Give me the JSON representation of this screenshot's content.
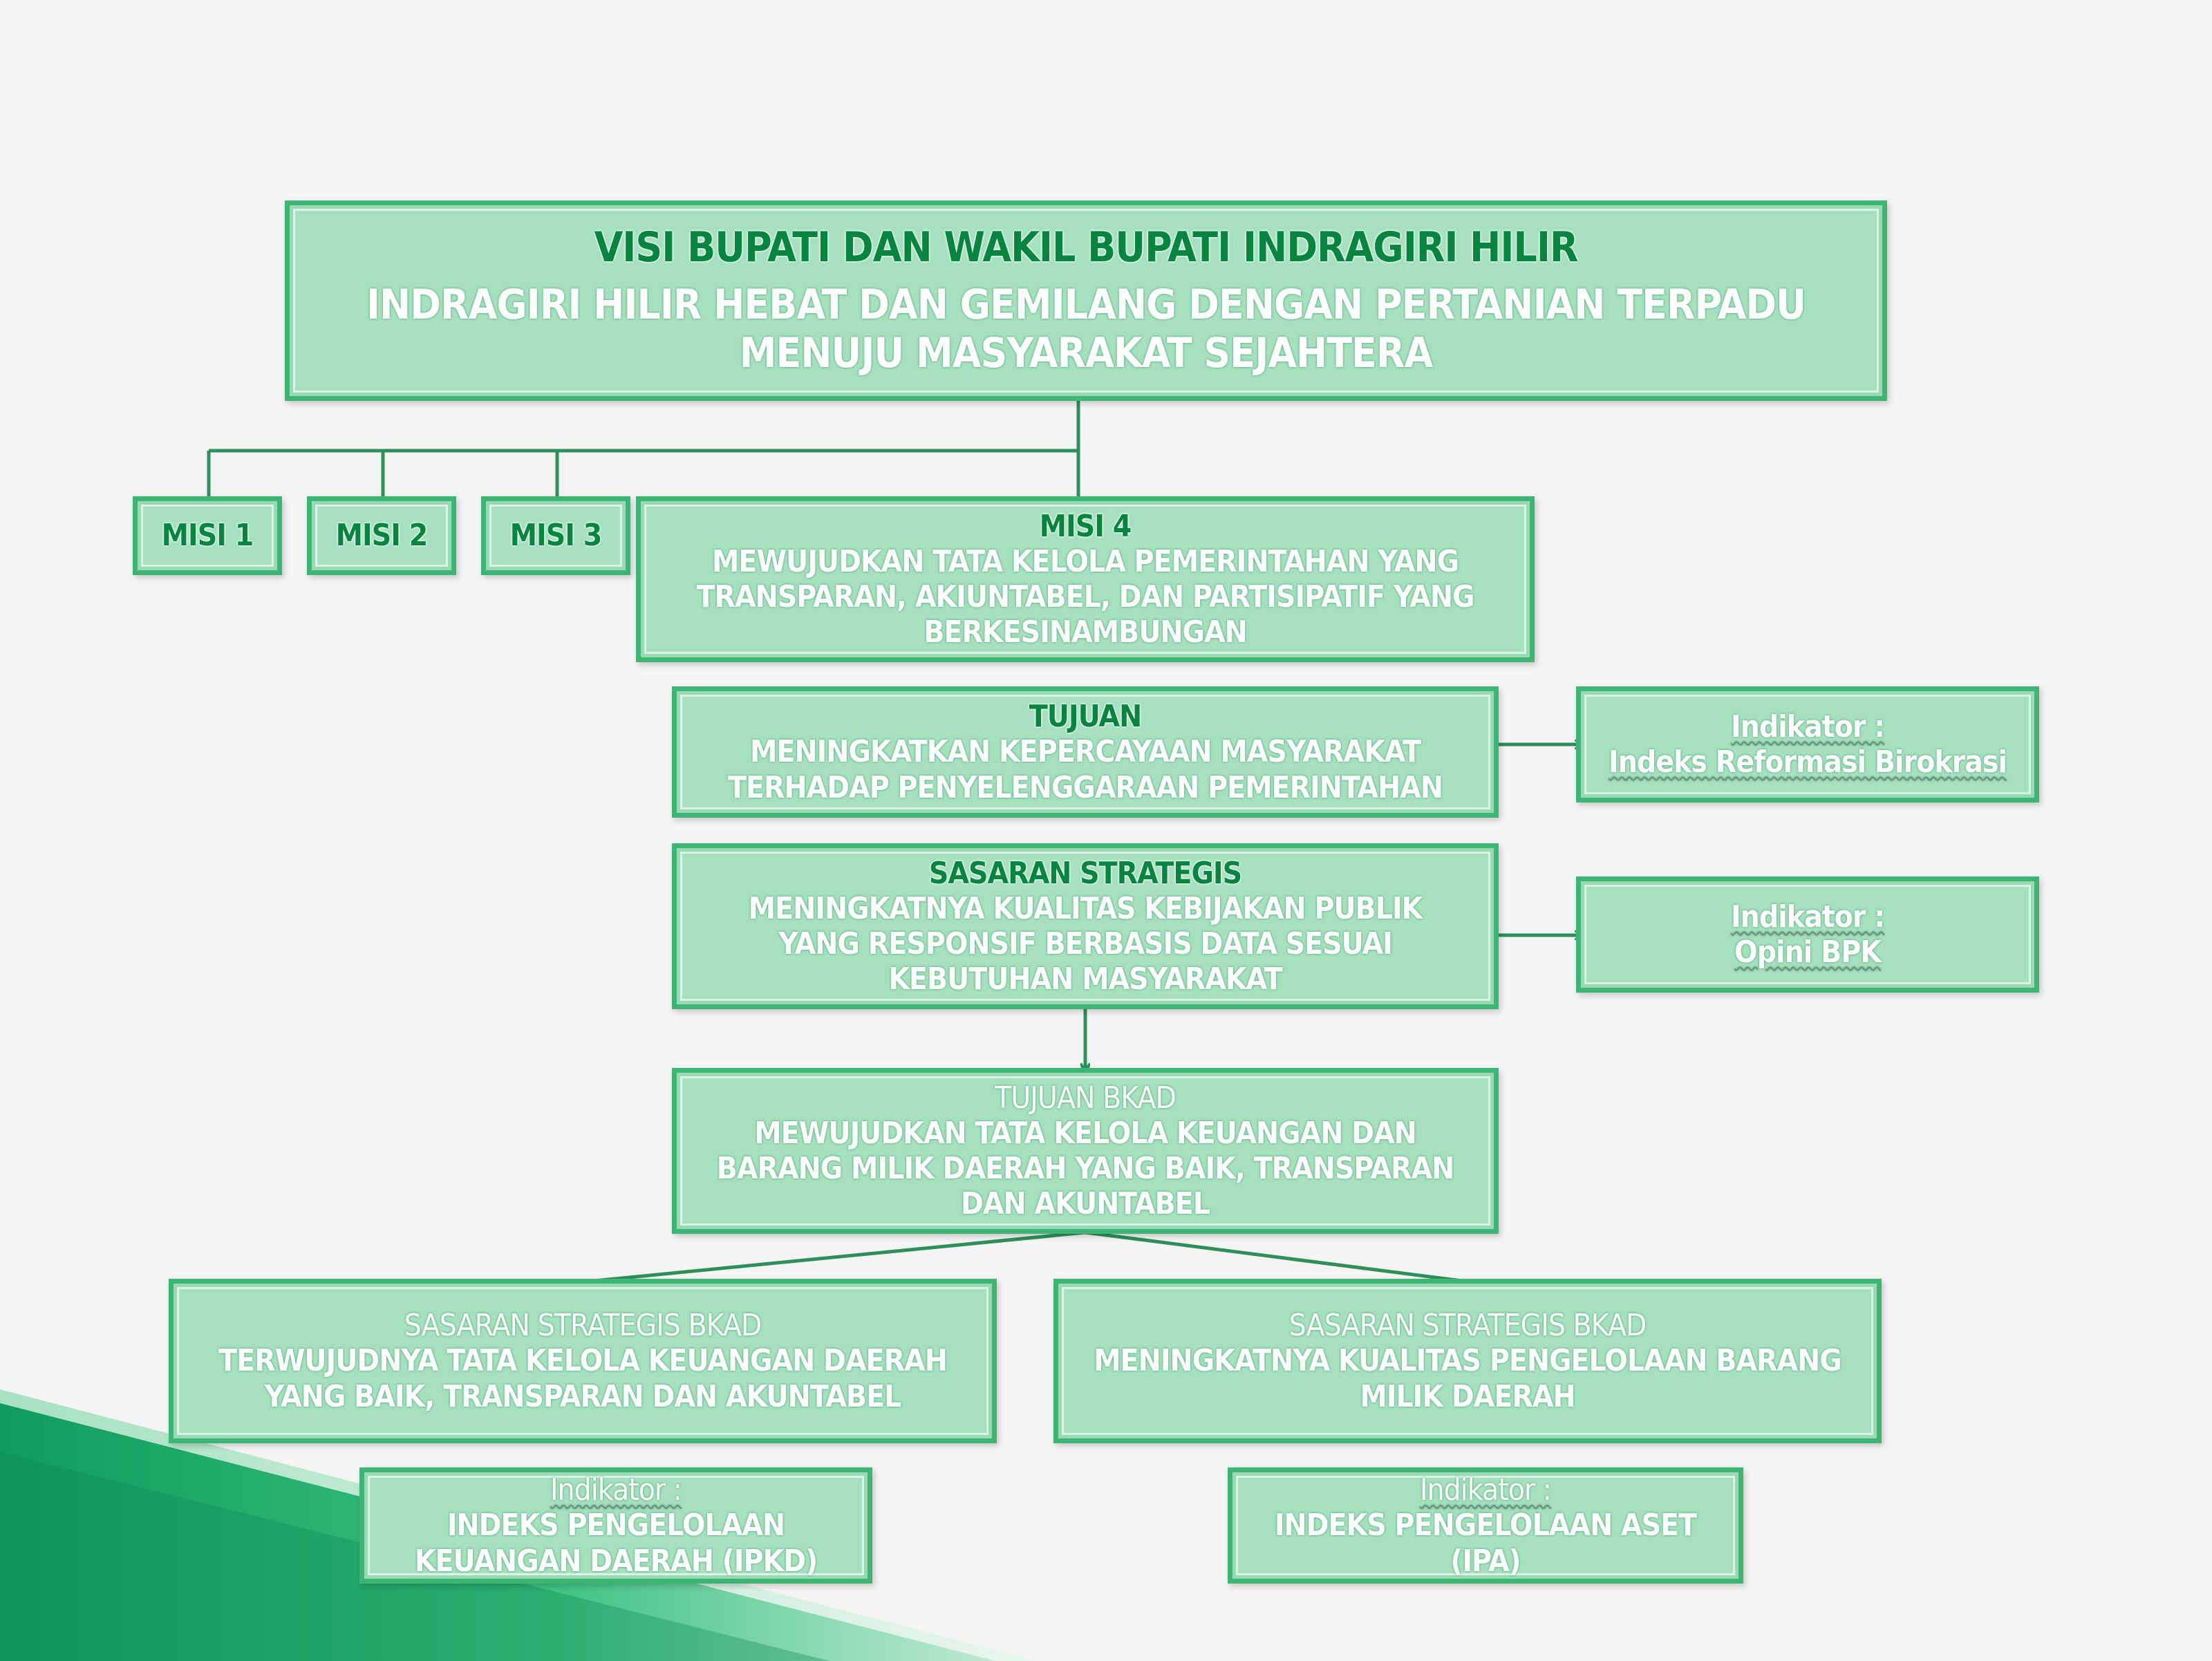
{
  "visi": {
    "title": "VISI BUPATI DAN WAKIL BUPATI INDRAGIRI HILIR",
    "text_line1": "INDRAGIRI HILIR HEBAT DAN GEMILANG DENGAN PERTANIAN TERPADU",
    "text_line2": "MENUJU MASYARAKAT SEJAHTERA"
  },
  "misi": {
    "items": [
      "MISI 1",
      "MISI 2",
      "MISI 3"
    ],
    "misi4": {
      "title": "MISI 4",
      "line1": "MEWUJUDKAN TATA KELOLA PEMERINTAHAN YANG",
      "line2": "TRANSPARAN, AKIUNTABEL, DAN PARTISIPATIF YANG",
      "line3": "BERKESINAMBUNGAN"
    }
  },
  "tujuan": {
    "title": "TUJUAN",
    "line1": "MENINGKATKAN KEPERCAYAAN MASYARAKAT",
    "line2": "TERHADAP PENYELENGGARAAN PEMERINTAHAN",
    "indikator_label": "Indikator :",
    "indikator_value": "Indeks Reformasi Birokrasi"
  },
  "sasaran": {
    "title": "SASARAN STRATEGIS",
    "line1": "MENINGKATNYA KUALITAS KEBIJAKAN PUBLIK",
    "line2": "YANG RESPONSIF BERBASIS DATA SESUAI",
    "line3": "KEBUTUHAN MASYARAKAT",
    "indikator_label": "Indikator :",
    "indikator_value": "Opini BPK"
  },
  "tujuan_bkad": {
    "title": "TUJUAN BKAD",
    "line1": "MEWUJUDKAN TATA KELOLA KEUANGAN DAN",
    "line2": "BARANG MILIK DAERAH YANG BAIK, TRANSPARAN",
    "line3": "DAN AKUNTABEL"
  },
  "sasaran_bkad_left": {
    "title": "SASARAN STRATEGIS BKAD",
    "line1": "TERWUJUDNYA TATA KELOLA KEUANGAN DAERAH",
    "line2": "YANG BAIK, TRANSPARAN DAN AKUNTABEL",
    "indikator_label": "Indikator :",
    "indikator_line1": "INDEKS PENGELOLAAN",
    "indikator_line2": "KEUANGAN DAERAH (IPKD)"
  },
  "sasaran_bkad_right": {
    "title": "SASARAN STRATEGIS BKAD",
    "line1": "MENINGKATNYA KUALITAS PENGELOLAAN BARANG",
    "line2": "MILIK DAERAH",
    "indikator_label": "Indikator :",
    "indikator_line1": "INDEKS PENGELOLAAN ASET",
    "indikator_line2": "(IPA)"
  },
  "colors": {
    "box_fill": "#a6e0bf",
    "box_border": "#3db574",
    "connector": "#2e8f5a",
    "dark_text": "#07843f",
    "slide_band": "#1aa867"
  }
}
